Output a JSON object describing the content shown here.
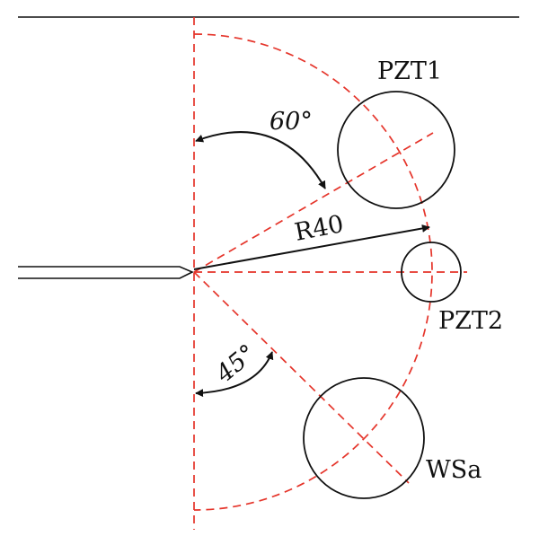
{
  "labels": {
    "pzt1": "PZT1",
    "pzt2": "PZT2",
    "wsa": "WSa",
    "radius": "R40",
    "angle_top": "60°",
    "angle_bottom": "45°"
  },
  "colors": {
    "construction": "#e5342a",
    "ink": "#111111"
  }
}
